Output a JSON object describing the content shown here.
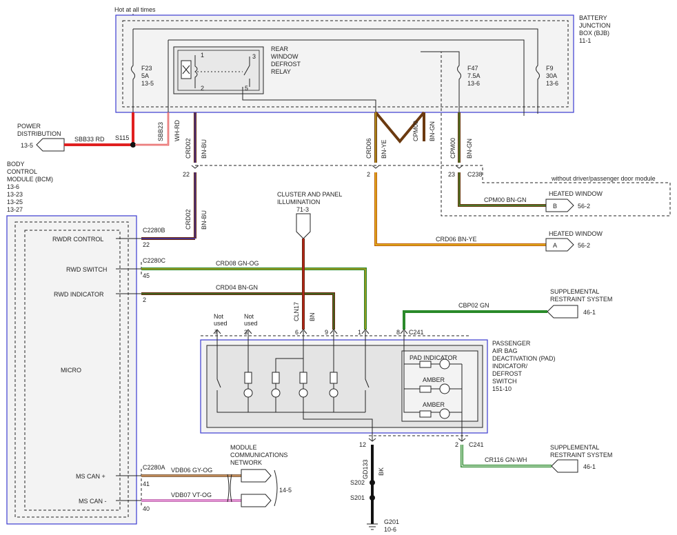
{
  "top_note": "Hot at all times",
  "bjb": {
    "lines": [
      "BATTERY",
      "JUNCTION",
      "BOX (BJB)",
      "11-1"
    ],
    "fuses": [
      {
        "id": "F23",
        "rating": "5A",
        "ref": "13-5"
      },
      {
        "id": "F47",
        "rating": "7.5A",
        "ref": "13-6"
      },
      {
        "id": "F9",
        "rating": "30A",
        "ref": "13-6"
      }
    ]
  },
  "relay": {
    "lines": [
      "REAR",
      "WINDOW",
      "DEFROST",
      "RELAY"
    ],
    "pins": [
      "1",
      "2",
      "3",
      "5"
    ]
  },
  "power_dist": {
    "lines": [
      "POWER",
      "DISTRIBUTION"
    ],
    "ref": "13-5"
  },
  "bcm": {
    "lines": [
      "BODY",
      "CONTROL",
      "MODULE (BCM)",
      "13-6",
      "13-23",
      "13-25",
      "13-27"
    ],
    "micro": "MICRO",
    "rows": [
      {
        "label": "RWDR CONTROL",
        "conn": "C2280B",
        "pin": "22"
      },
      {
        "label": "RWD SWITCH",
        "conn": "C2280C",
        "pin": "45"
      },
      {
        "label": "RWD INDICATOR",
        "conn": "",
        "pin": "2"
      },
      {
        "label": "MS CAN +",
        "conn": "C2280A",
        "pin": "41"
      },
      {
        "label": "MS CAN -",
        "conn": "",
        "pin": "40"
      }
    ]
  },
  "wires": {
    "sbb33_rd": "SBB33  RD",
    "s115": "S115",
    "sbb23": "SBB23",
    "wh_rd": "WH-RD",
    "crd02": "CRD02",
    "bn_bu": "BN-BU",
    "crd06": "CRD06",
    "bn_ye": "BN-YE",
    "cpm00": "CPM00",
    "bn_gn": "BN-GN",
    "pin22": "22",
    "pin2": "2",
    "pin23": "23",
    "c238": "C238",
    "cpm00_bn_gn": "CPM00  BN-GN",
    "crd06_bn_ye": "CRD06  BN-YE",
    "crd08": "CRD08  GN-OG",
    "crd04": "CRD04  BN-GN",
    "cln17": "CLN17",
    "bn": "BN",
    "cbp02": "CBP02  GN",
    "cr116": "CR116  GN-WH",
    "vdb06": "VDB06  GY-OG",
    "vdb07": "VDB07  VT-OG",
    "gd133": "GD133",
    "bk": "BK",
    "s202": "S202",
    "s201": "S201",
    "pin12": "12",
    "c241": "C241",
    "pin8": "8",
    "pin2b": "2"
  },
  "without_door_module": "without driver/passenger door module",
  "heated_window_b": {
    "title": "HEATED WINDOW",
    "connector": "B",
    "ref": "56-2"
  },
  "heated_window_a": {
    "title": "HEATED WINDOW",
    "connector": "A",
    "ref": "56-2"
  },
  "cluster": {
    "lines": [
      "CLUSTER AND PANEL",
      "ILLUMINATION"
    ],
    "ref": "71-3"
  },
  "srs1": {
    "lines": [
      "SUPPLEMENTAL",
      "RESTRAINT SYSTEM"
    ],
    "ref": "46-1"
  },
  "srs2": {
    "lines": [
      "SUPPLEMENTAL",
      "RESTRAINT SYSTEM"
    ],
    "ref": "46-1"
  },
  "mcn": {
    "lines": [
      "MODULE",
      "COMMUNICATIONS",
      "NETWORK"
    ],
    "ref": "14-5"
  },
  "pad": {
    "lines": [
      "PASSENGER",
      "AIR BAG",
      "DEACTIVATION (PAD)",
      "INDICATOR/",
      "DEFROST",
      "SWITCH",
      "151-10"
    ],
    "pins": [
      "7",
      "3",
      "6",
      "9",
      "1",
      "8"
    ],
    "not_used": "Not",
    "used": "used",
    "pad_indicator": "PAD INDICATOR",
    "amber1": "AMBER",
    "amber2": "AMBER"
  },
  "ground": {
    "id": "G201",
    "ref": "10-6"
  }
}
